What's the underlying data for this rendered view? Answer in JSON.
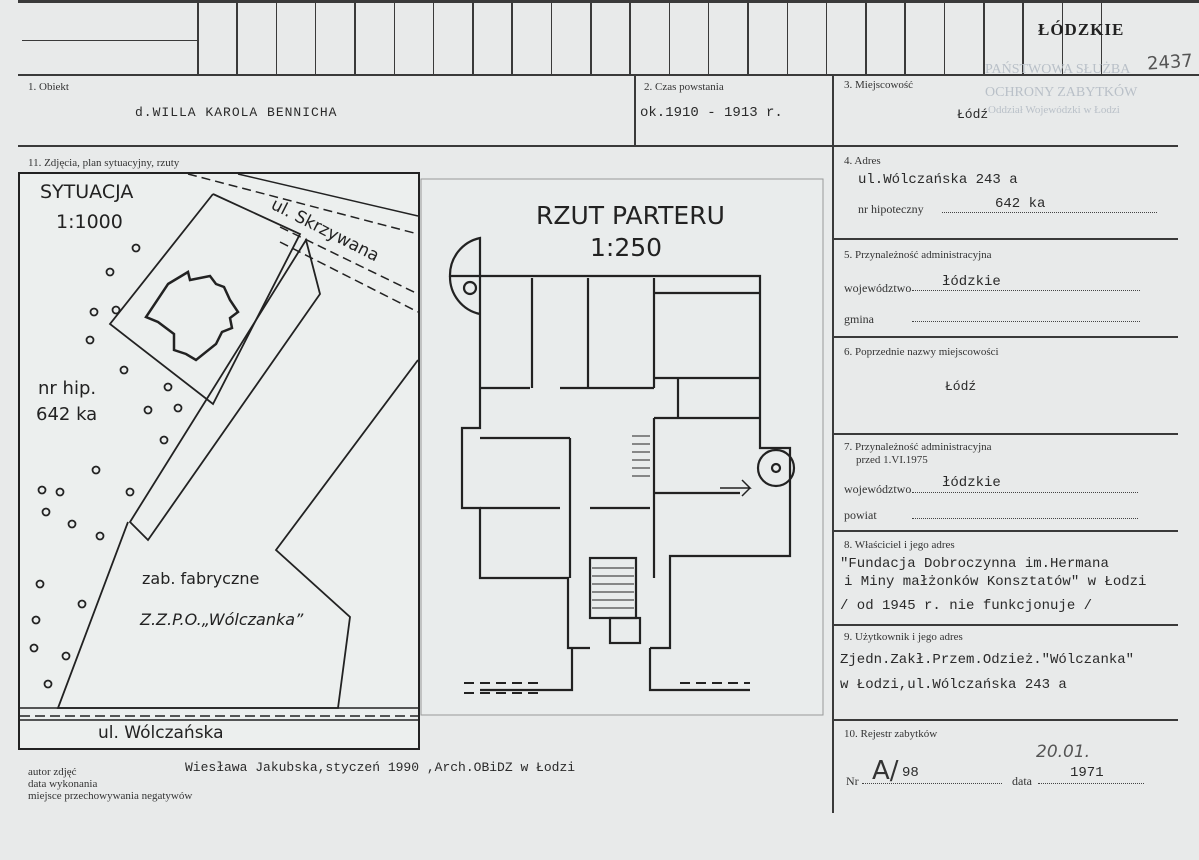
{
  "header": {
    "region": "ŁÓDZKIE",
    "card_number": "2437",
    "stamp": [
      "PAŃSTWOWA SŁUŻBA",
      "OCHRONY ZABYTKÓW",
      "Oddział Wojewódzki w Łodzi"
    ]
  },
  "field1": {
    "label": "1. Obiekt",
    "value": "d.WILLA KAROLA BENNICHA"
  },
  "field2": {
    "label": "2. Czas powstania",
    "value": "ok.1910 - 1913 r."
  },
  "field3": {
    "label": "3. Miejscowość",
    "value": "Łódź"
  },
  "field11": {
    "label": "11. Zdjęcia, plan sytuacyjny, rzuty"
  },
  "situation_plan": {
    "title": "SYTUACJA",
    "scale": "1:1000",
    "street_top": "ul. Skrzywana",
    "hip_label": "nr hip.",
    "hip_value": "642 ka",
    "factory_1": "zab. fabryczne",
    "factory_2": "Z.Z.P.O.„Wólczanka”",
    "street_bottom": "ul. Wólczańska"
  },
  "floor_plan": {
    "title": "RZUT PARTERU",
    "scale": "1:250"
  },
  "field4": {
    "label": "4. Adres",
    "address": "ul.Wólczańska 243 a",
    "hip_label": "nr hipoteczny",
    "hip_value": "642 ka"
  },
  "field5": {
    "label": "5. Przynależność administracyjna",
    "woj_label": "województwo",
    "woj_value": "łódzkie",
    "gmina_label": "gmina"
  },
  "field6": {
    "label": "6. Poprzednie nazwy miejscowości",
    "value": "Łódź"
  },
  "field7": {
    "label": "7. Przynależność administracyjna",
    "sublabel": "przed 1.VI.1975",
    "woj_label": "województwo",
    "woj_value": "łódzkie",
    "powiat_label": "powiat"
  },
  "field8": {
    "label": "8. Właściciel i jego adres",
    "lines": [
      "\"Fundacja Dobroczynna im.Hermana",
      "i Miny małżonków Konsztatów\" w Łodzi",
      "/ od 1945 r. nie funkcjonuje /"
    ]
  },
  "field9": {
    "label": "9. Użytkownik i jego adres",
    "lines": [
      "Zjedn.Zakł.Przem.Odzież.\"Wólczanka\"",
      "w Łodzi,ul.Wólczańska 243 a"
    ]
  },
  "field10": {
    "label": "10. Rejestr zabytków",
    "nr_label": "Nr",
    "nr_prefix": "A/",
    "nr_value": "98",
    "date_label": "data",
    "date_day": "20.01.",
    "date_year": "1971"
  },
  "footer": {
    "labels": [
      "autor zdjęć",
      "data wykonania",
      "miejsce przechowywania negatywów"
    ],
    "value": "Wiesława Jakubska,styczeń 1990 ,Arch.OBiDZ w Łodzi"
  }
}
